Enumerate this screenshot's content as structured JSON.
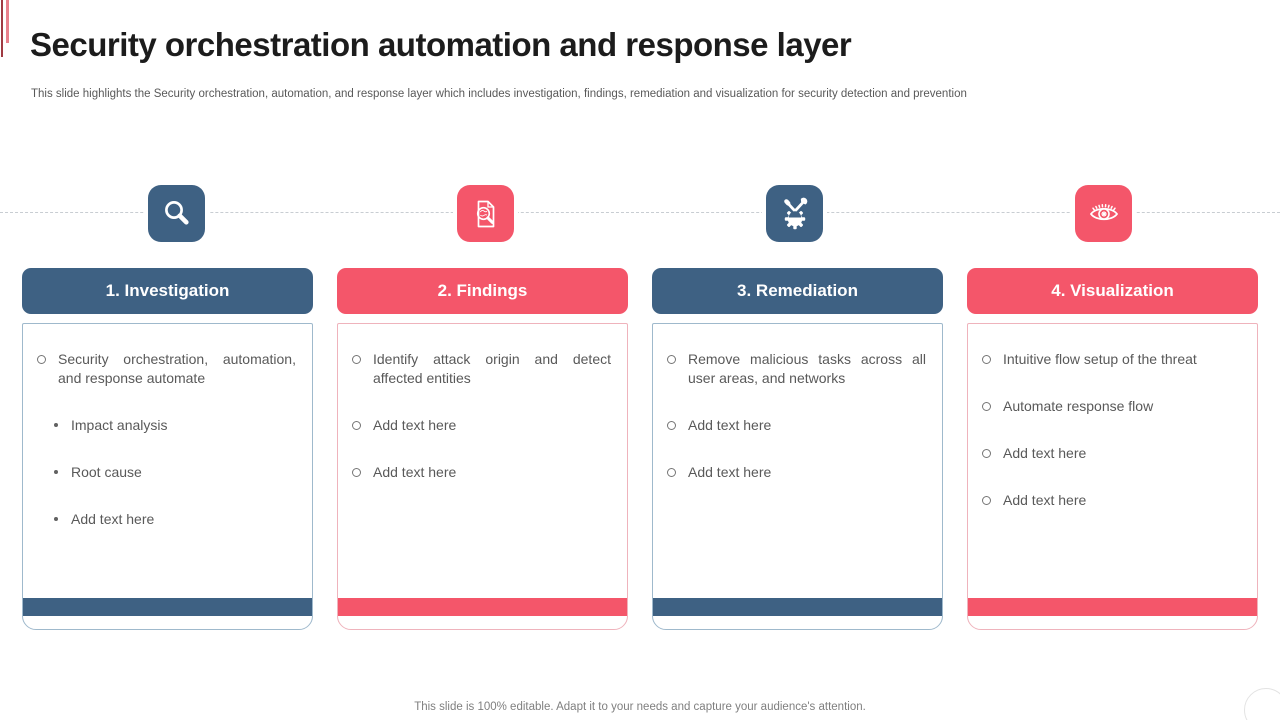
{
  "slide": {
    "title": "Security orchestration automation and response layer",
    "subtitle": "This slide highlights the Security orchestration, automation, and response layer which includes investigation, findings, remediation and visualization for security detection and prevention",
    "footer": "This slide is 100% editable. Adapt it to your needs and capture your audience's attention."
  },
  "colors": {
    "blue": "#3E6183",
    "red": "#F4566A",
    "blue_border": "#9FB9CC",
    "red_border": "#EFB3BC",
    "body_text": "#595959",
    "accent_dark_red": "#A03A42",
    "accent_pink": "#E9808C"
  },
  "columns": [
    {
      "id": "investigation",
      "header": "1. Investigation",
      "theme": "blue",
      "icon": "magnifier-icon",
      "items": [
        {
          "level": 1,
          "text": "Security orchestration, automation, and response automate"
        },
        {
          "level": 2,
          "text": "Impact analysis"
        },
        {
          "level": 2,
          "text": "Root cause"
        },
        {
          "level": 2,
          "text": "Add text here"
        }
      ]
    },
    {
      "id": "findings",
      "header": "2. Findings",
      "theme": "red",
      "icon": "document-search-icon",
      "items": [
        {
          "level": 1,
          "text": "Identify attack origin and detect affected entities"
        },
        {
          "level": 1,
          "text": "Add text here"
        },
        {
          "level": 1,
          "text": "Add text here"
        }
      ]
    },
    {
      "id": "remediation",
      "header": "3. Remediation",
      "theme": "blue",
      "icon": "gear-tools-icon",
      "items": [
        {
          "level": 1,
          "text": "Remove malicious tasks across all user areas, and networks"
        },
        {
          "level": 1,
          "text": "Add text here"
        },
        {
          "level": 1,
          "text": "Add text here"
        }
      ]
    },
    {
      "id": "visualization",
      "header": "4. Visualization",
      "theme": "red",
      "icon": "eye-icon",
      "items": [
        {
          "level": 1,
          "text": "Intuitive flow setup of the threat"
        },
        {
          "level": 1,
          "text": "Automate response flow"
        },
        {
          "level": 1,
          "text": "Add text here"
        },
        {
          "level": 1,
          "text": "Add text here"
        }
      ]
    }
  ]
}
